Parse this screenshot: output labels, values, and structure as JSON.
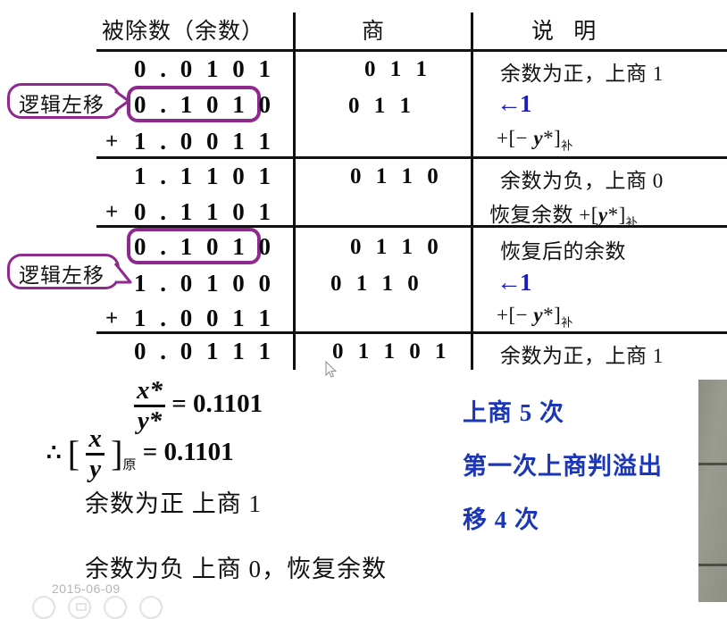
{
  "table": {
    "headers": {
      "dividend": "被除数（余数）",
      "quotient": "商",
      "note": "说 明"
    },
    "rows": [
      {
        "dividend": "0 . 0 1 0 1",
        "sign": "",
        "quotient": "0 1 1",
        "note": "余数为正，上商 1",
        "highlight": false
      },
      {
        "dividend": "0 . 1 0 1 0",
        "sign": "",
        "quotient": "0 1 1",
        "note": "← 1",
        "note_style": "blue",
        "highlight": true,
        "callout": "逻辑左移"
      },
      {
        "dividend": "1 . 0 0 1 1",
        "sign": "+",
        "quotient": "",
        "note": "+[− y*]补",
        "highlight": false
      },
      {
        "dividend": "1 . 1 1 0 1",
        "sign": "",
        "quotient": "0 1 1 0",
        "note": "余数为负，上商 0",
        "highlight": false
      },
      {
        "dividend": "0 . 1 1 0 1",
        "sign": "+",
        "quotient": "",
        "note": "恢复余数 +[y*]补",
        "highlight": false
      },
      {
        "dividend": "0 . 1 0 1 0",
        "sign": "",
        "quotient": "0 1 1 0",
        "note": "恢复后的余数",
        "highlight": true,
        "callout": "逻辑左移"
      },
      {
        "dividend": "1 . 0 1 0 0",
        "sign": "",
        "quotient": "0 1 1 0",
        "note": "← 1",
        "note_style": "blue",
        "highlight": false
      },
      {
        "dividend": "1 . 0 0 1 1",
        "sign": "+",
        "quotient": "",
        "note": "+[− y*]补",
        "highlight": false
      },
      {
        "dividend": "0 . 0 1 1 1",
        "sign": "",
        "quotient": "0 1 1 0 1",
        "note": "余数为正，上商 1",
        "highlight": false
      }
    ]
  },
  "bottom": {
    "formula_1": {
      "numerator": "x*",
      "denominator": "y*",
      "equals": "=",
      "result": "0.1101"
    },
    "formula_2": {
      "therefore": "∴",
      "bracket_open": "[",
      "numerator": "x",
      "denominator": "y",
      "bracket_close": "]",
      "subscript": "原",
      "equals": "=",
      "result": "0.1101"
    },
    "rule_positive": "余数为正   上商 1",
    "rule_negative": "余数为负   上商 0，恢复余数",
    "blue_notes": [
      "上商 5 次",
      "第一次上商判溢出",
      "移 4 次"
    ]
  },
  "footer": {
    "timestamp": "2015-06-09"
  },
  "colors": {
    "purple": "#8e2a8e",
    "blue_arrow": "#1b1bbd",
    "blue_note": "#1b37b8",
    "text": "#0a0a0a",
    "panel": "#8f9286",
    "timestamp": "#b4b4b4"
  }
}
